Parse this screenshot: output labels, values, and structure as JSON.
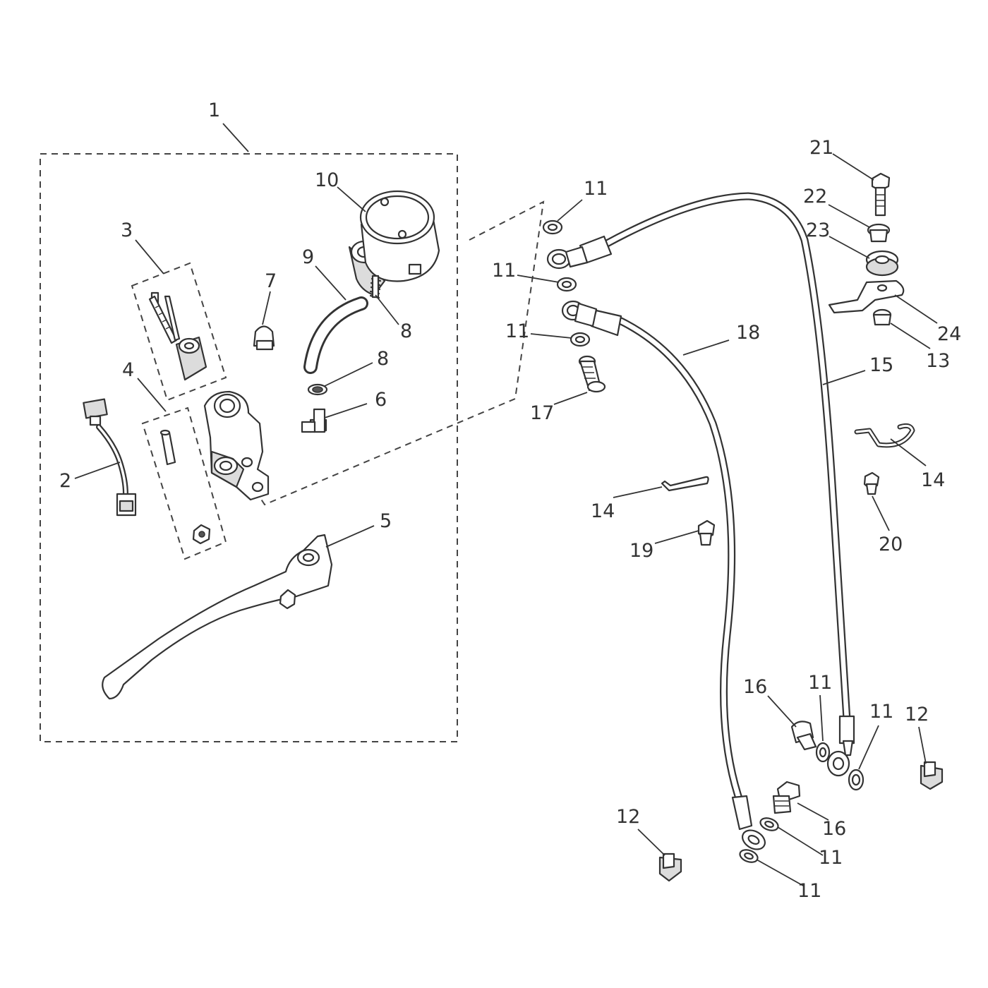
{
  "diagram": {
    "colors": {
      "line": "#333333",
      "background": "#ffffff",
      "shade": "#dcdcdc"
    },
    "callouts": [
      {
        "id": "c1",
        "text": "1"
      },
      {
        "id": "c2",
        "text": "2"
      },
      {
        "id": "c3",
        "text": "3"
      },
      {
        "id": "c4",
        "text": "4"
      },
      {
        "id": "c5",
        "text": "5"
      },
      {
        "id": "c6",
        "text": "6"
      },
      {
        "id": "c7",
        "text": "7"
      },
      {
        "id": "c8a",
        "text": "8"
      },
      {
        "id": "c8b",
        "text": "8"
      },
      {
        "id": "c9",
        "text": "9"
      },
      {
        "id": "c10",
        "text": "10"
      },
      {
        "id": "c11a",
        "text": "11"
      },
      {
        "id": "c11b",
        "text": "11"
      },
      {
        "id": "c11c",
        "text": "11"
      },
      {
        "id": "c11d",
        "text": "11"
      },
      {
        "id": "c11e",
        "text": "11"
      },
      {
        "id": "c11f",
        "text": "11"
      },
      {
        "id": "c11g",
        "text": "11"
      },
      {
        "id": "c12a",
        "text": "12"
      },
      {
        "id": "c12b",
        "text": "12"
      },
      {
        "id": "c13",
        "text": "13"
      },
      {
        "id": "c14a",
        "text": "14"
      },
      {
        "id": "c14b",
        "text": "14"
      },
      {
        "id": "c15",
        "text": "15"
      },
      {
        "id": "c16a",
        "text": "16"
      },
      {
        "id": "c16b",
        "text": "16"
      },
      {
        "id": "c17",
        "text": "17"
      },
      {
        "id": "c18",
        "text": "18"
      },
      {
        "id": "c19",
        "text": "19"
      },
      {
        "id": "c20",
        "text": "20"
      },
      {
        "id": "c21",
        "text": "21"
      },
      {
        "id": "c22",
        "text": "22"
      },
      {
        "id": "c23",
        "text": "23"
      },
      {
        "id": "c24",
        "text": "24"
      }
    ]
  }
}
